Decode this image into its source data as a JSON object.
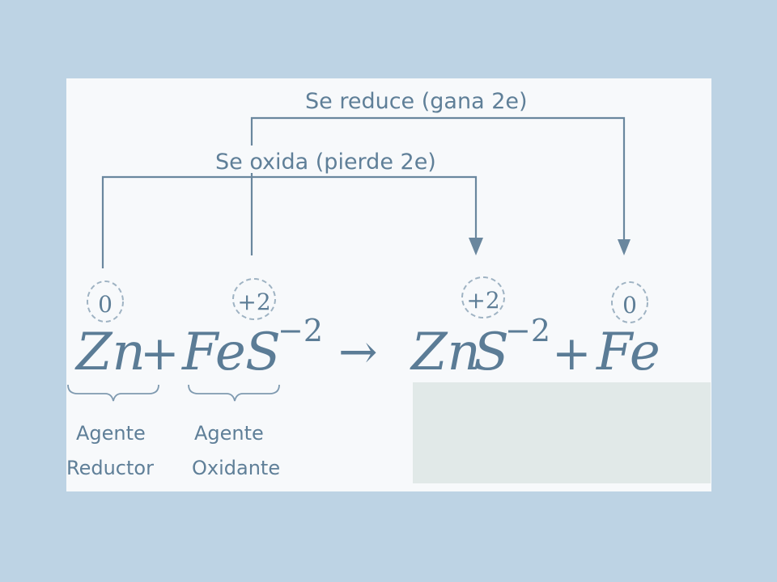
{
  "reduce_label": "Se reduce (gana 2e)",
  "oxidize_label": "Se  oxida (pierde 2e)",
  "oxidation_states": {
    "zn_left": "0",
    "fe_left": "+2",
    "zn_right": "+2",
    "fe_right": "0"
  },
  "equation": {
    "zn_left": "Zn",
    "plus_1": "+",
    "fes_fe": "Fe",
    "fes_s": "S",
    "fes_charge": "−2",
    "arrow": "→",
    "zns_zn": "Zn",
    "zns_s": "S",
    "zns_charge": "−2",
    "plus_2": "+",
    "fe_right": "Fe"
  },
  "agents": {
    "reductor_line1": "Agente",
    "reductor_line2": "Reductor",
    "oxidante_line1": "Agente",
    "oxidante_line2": "Oxidante"
  },
  "colors": {
    "background": "#bdd3e4",
    "card": "#f7f9fb",
    "ink": "#5b7c96"
  }
}
